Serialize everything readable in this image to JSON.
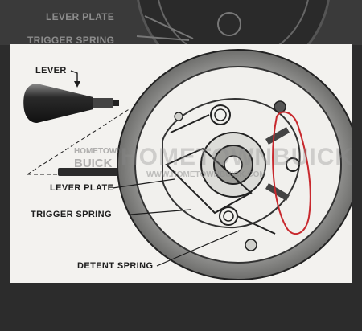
{
  "background_labels": {
    "lever_plate": "LEVER PLATE",
    "trigger_spring": "TRIGGER SPRING"
  },
  "callouts": {
    "lever": "LEVER",
    "lever_plate": "LEVER PLATE",
    "trigger_spring": "TRIGGER SPRING",
    "detent_spring": "DETENT SPRING"
  },
  "watermark": {
    "line1": "HOMETOWN",
    "line2": "BUICK",
    "big": "HOMETOWNBUICK",
    "url": "WWW.HOMETOWNBUICK.COM"
  },
  "colors": {
    "highlight": "#c8282d",
    "ink": "#1d1d1d",
    "paper": "#f3f2ef"
  }
}
